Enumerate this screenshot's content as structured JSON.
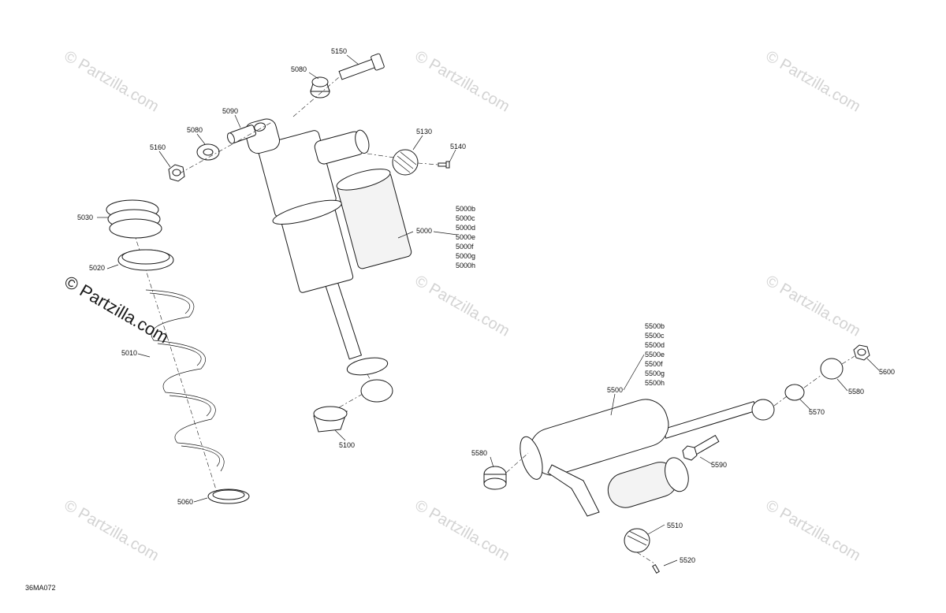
{
  "watermark": {
    "faint_text": "© Partzilla.com",
    "bold_text": "© Partzilla.com"
  },
  "diagram_code": "36MA072",
  "callouts": {
    "c5150": "5150",
    "c5080a": "5080",
    "c5090": "5090",
    "c5080b": "5080",
    "c5160": "5160",
    "c5130": "5130",
    "c5140": "5140",
    "c5030": "5030",
    "c5020": "5020",
    "c5010": "5010",
    "c5060": "5060",
    "c5100": "5100",
    "c5000": "5000",
    "c5500": "5500",
    "c5580a": "5580",
    "c5580b": "5580",
    "c5570": "5570",
    "c5600": "5600",
    "c5590": "5590",
    "c5510": "5510",
    "c5520": "5520"
  },
  "variants_5000": [
    "5000b",
    "5000c",
    "5000d",
    "5000e",
    "5000f",
    "5000g",
    "5000h"
  ],
  "variants_5500": [
    "5500b",
    "5500c",
    "5500d",
    "5500e",
    "5500f",
    "5500g",
    "5500h"
  ]
}
